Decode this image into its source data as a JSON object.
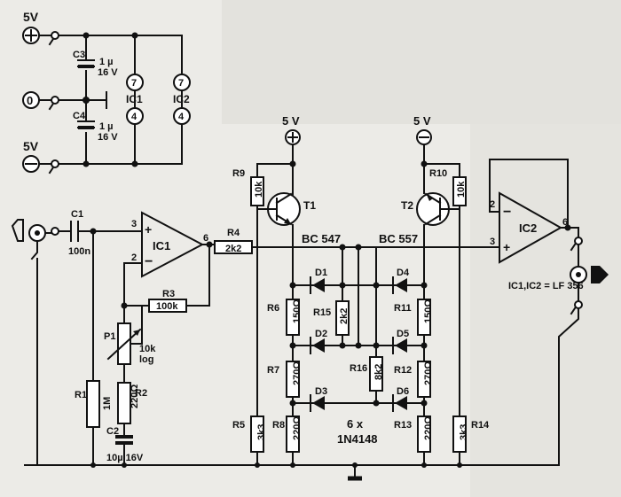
{
  "supply": {
    "plus_label": "5V",
    "minus_label": "5V",
    "zero_label": "0",
    "c3": {
      "name": "C3",
      "value1": "1 µ",
      "value2": "16 V"
    },
    "c4": {
      "name": "C4",
      "value1": "1 µ",
      "value2": "16 V"
    },
    "ic1_label": "IC1",
    "ic2_label": "IC2",
    "pin7": "7",
    "pin4": "4"
  },
  "input": {
    "c1": "C1",
    "c1_value": "100n"
  },
  "ic1": {
    "name": "IC1",
    "pin_plus": "3",
    "pin_minus": "2",
    "pin_out": "6"
  },
  "ic2": {
    "name": "IC2",
    "pin_plus": "3",
    "pin_minus": "2",
    "pin_out": "6"
  },
  "resistors": {
    "r1": {
      "name": "R1",
      "value": "1M"
    },
    "r2": {
      "name": "R2",
      "value": "220Ω"
    },
    "r3": {
      "name": "R3",
      "value": "100k"
    },
    "r4": {
      "name": "R4",
      "value": "2k2"
    },
    "r5": {
      "name": "R5",
      "value": "3k3"
    },
    "r6": {
      "name": "R6",
      "value": "150Ω"
    },
    "r7": {
      "name": "R7",
      "value": "270Ω"
    },
    "r8": {
      "name": "R8",
      "value": "220Ω"
    },
    "r9": {
      "name": "R9",
      "value": "10k"
    },
    "r10": {
      "name": "R10",
      "value": "10k"
    },
    "r11": {
      "name": "R11",
      "value": "150Ω"
    },
    "r12": {
      "name": "R12",
      "value": "270Ω"
    },
    "r13": {
      "name": "R13",
      "value": "220Ω"
    },
    "r14": {
      "name": "R14",
      "value": "3k3"
    },
    "r15": {
      "name": "R15",
      "value": "2k2"
    },
    "r16": {
      "name": "R16",
      "value": "8k2"
    }
  },
  "pot": {
    "name": "P1",
    "value1": "10k",
    "value2": "log"
  },
  "c2": {
    "name": "C2",
    "value": "10µ 16V"
  },
  "transistors": {
    "t1": {
      "name": "T1",
      "type": "BC 547",
      "supply": "5 V"
    },
    "t2": {
      "name": "T2",
      "type": "BC 557",
      "supply": "5 V"
    }
  },
  "diodes": {
    "names": [
      "D1",
      "D2",
      "D3",
      "D4",
      "D5",
      "D6"
    ],
    "note_count": "6 x",
    "note_type": "1N4148"
  },
  "ic_note": "IC1,IC2 = LF 356"
}
